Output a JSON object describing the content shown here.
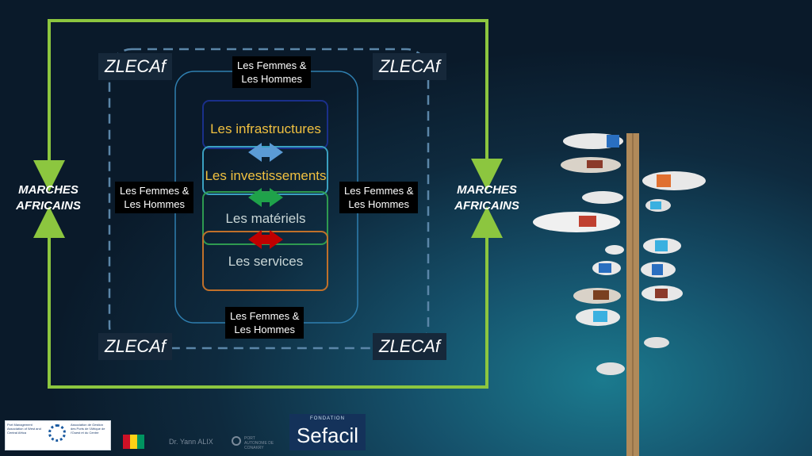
{
  "zlecaf": [
    "ZLECAf",
    "ZLECAf",
    "ZLECAf",
    "ZLECAf"
  ],
  "gender_label": "Les Femmes &\nLes Hommes",
  "marches": [
    "MARCHES\nAFRICAINS",
    "MARCHES\nAFRICAINS"
  ],
  "layers": [
    {
      "label": "Les infrastructures",
      "color": "#f0c040"
    },
    {
      "label": "Les investissements",
      "color": "#f0c040"
    },
    {
      "label": "Les matériels",
      "color": "#c9d6d6"
    },
    {
      "label": "Les services",
      "color": "#c9d6d6"
    }
  ],
  "colors": {
    "outer_frame": "#8cc63f",
    "dashed_frame": "#5b86a8",
    "inner_frame": "#2f7fb0",
    "box_infra": "#1a2f8a",
    "box_invest": "#3aa0c0",
    "box_mat": "#2e9a50",
    "box_serv": "#c0702a",
    "arrow_blue": "#5b9bd5",
    "arrow_green": "#1fa24a",
    "arrow_red": "#c00000"
  },
  "footer": {
    "author": "Dr. Yann ALIX",
    "brand_small": "FONDATION",
    "brand": "Sefacil",
    "port": "PORT AUTONOME DE CONAKRY",
    "assoc_left": "Port Management Association of West and Central Africa",
    "assoc_right": "Association de Gestion des Ports de l'Afrique de l'Ouest et du Centre"
  }
}
